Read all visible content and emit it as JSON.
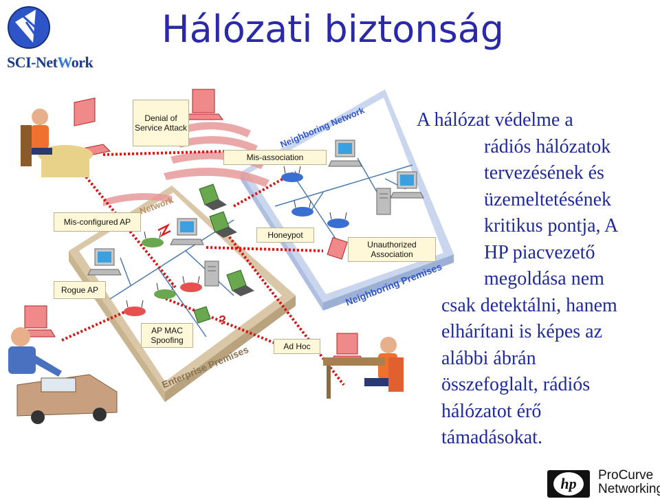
{
  "page": {
    "title": "Hálózati biztonság"
  },
  "logo": {
    "text_pre": "SCI-Net",
    "text_mid": "W",
    "text_post": "ork"
  },
  "diagram": {
    "labels": {
      "denial_of_service": "Denial of Service Attack",
      "mis_association": "Mis-association",
      "misconfigured_ap": "Mis-configured AP",
      "honeypot": "Honeypot",
      "unauthorized_association": "Unauthorized Association",
      "rogue_ap": "Rogue AP",
      "ap_mac_spoofing": "AP MAC Spoofing",
      "ad_hoc": "Ad Hoc"
    },
    "zones": {
      "neighboring_network": "Neighboring Network",
      "neighboring_premises": "Neighboring Premises",
      "enterprise_premises": "Enterprise Premises",
      "network": "Network"
    },
    "question_mark": "?"
  },
  "body_text": {
    "lines": [
      "A hálózat védelme a",
      "rádiós hálózatok",
      "tervezésének és",
      "üzemeltetésének",
      "kritikus pontja, A",
      "HP piacvezető",
      "megoldása nem",
      "csak detektálni, hanem",
      "elhárítani is képes az",
      "alábbi ábrán",
      "összefoglalt, rádiós",
      "hálózatot érő",
      "támadásokat."
    ]
  },
  "footer": {
    "hp_logo": "hp",
    "brand_line1": "ProCurve",
    "brand_line2": "Networking"
  },
  "colors": {
    "title": "#2a2aa8",
    "body_text": "#1e2a9a",
    "attack_line": "#d01818",
    "label_bg": "#fff8d8"
  },
  "icons": [
    "globe-logo-icon",
    "laptop-icon",
    "desktop-icon",
    "server-icon",
    "access-point-icon",
    "person-icon",
    "van-icon",
    "hp-logo-icon",
    "wireless-waves-icon"
  ]
}
